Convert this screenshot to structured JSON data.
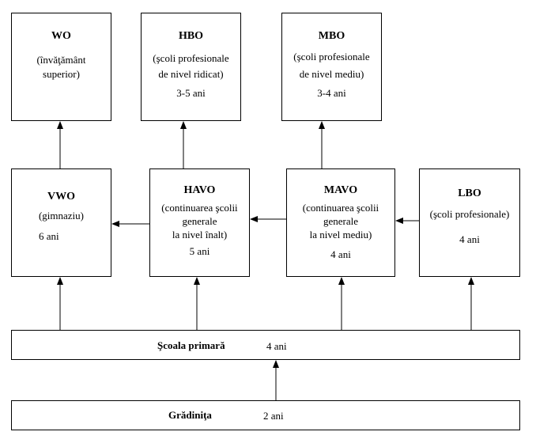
{
  "top": {
    "wo": {
      "name": "WO",
      "l1": "(învăţământ",
      "l2": "superior)"
    },
    "hbo": {
      "name": "HBO",
      "l1": "(şcoli profesionale",
      "l2": "de nivel ridicat)",
      "dur": "3-5 ani"
    },
    "mbo": {
      "name": "MBO",
      "l1": "(şcoli profesionale",
      "l2": "de nivel mediu)",
      "dur": "3-4 ani"
    }
  },
  "middle": {
    "vwo": {
      "name": "VWO",
      "l1": "(gimnaziu)",
      "dur": "6 ani"
    },
    "havo": {
      "name": "HAVO",
      "l1": "(continuarea şcolii",
      "l2": "generale",
      "l3": "la nivel înalt)",
      "dur": "5 ani"
    },
    "mavo": {
      "name": "MAVO",
      "l1": "(continuarea şcolii",
      "l2": "generale",
      "l3": "la nivel mediu)",
      "dur": "4 ani"
    },
    "lbo": {
      "name": "LBO",
      "l1": "(şcoli profesionale)",
      "dur": "4 ani"
    }
  },
  "primary": {
    "name": "Şcoala primară",
    "dur": "4 ani"
  },
  "kinder": {
    "name": "Grădiniţa",
    "dur": "2 ani"
  }
}
